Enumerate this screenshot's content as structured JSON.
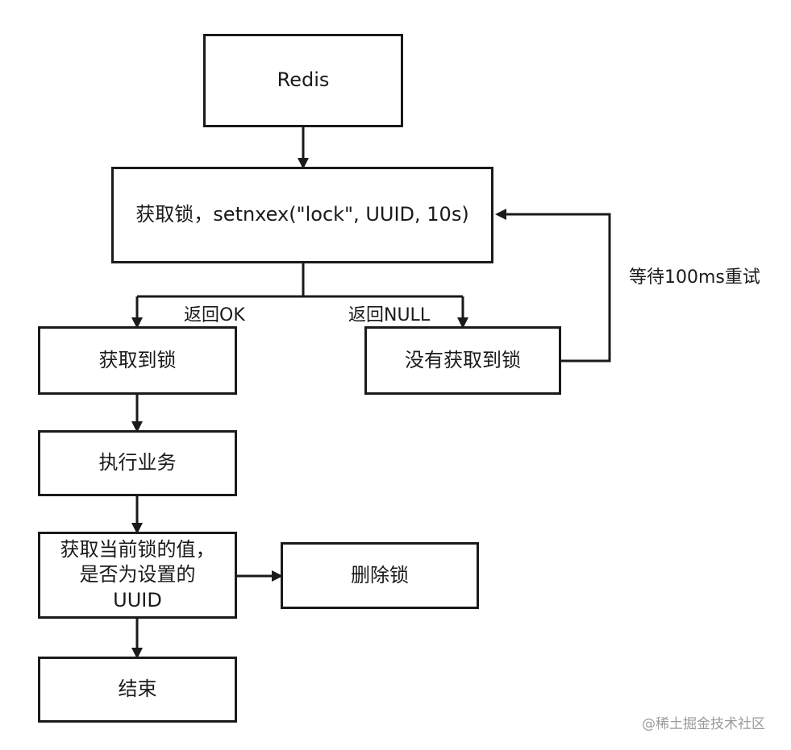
{
  "nodes": {
    "redis": "Redis",
    "acquire": "获取锁，setnxex(\"lock\", UUID, 10s)",
    "got_lock": "获取到锁",
    "no_lock": "没有获取到锁",
    "execute": "执行业务",
    "check_value": "获取当前锁的值，是否为设置的UUID",
    "delete_lock": "删除锁",
    "end": "结束"
  },
  "edges": {
    "return_ok": "返回OK",
    "return_null": "返回NULL",
    "retry": "等待100ms重试"
  },
  "watermark": "@稀土掘金技术社区",
  "colors": {
    "stroke": "#1a1a1a",
    "background": "#ffffff",
    "watermark": "#9a9a9a"
  }
}
